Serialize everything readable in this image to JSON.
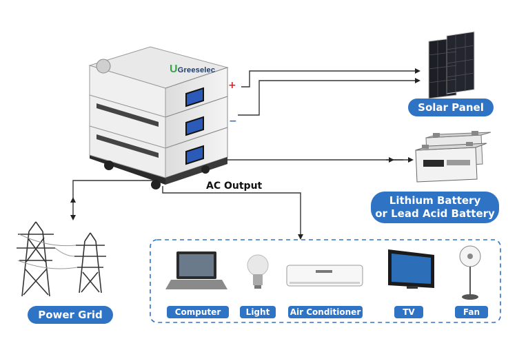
{
  "brand": "Greeselec",
  "labels": {
    "solar_panel": "Solar Panel",
    "battery": "Lithium Battery\nor Lead Acid Battery",
    "ac_output": "AC Output",
    "power_grid": "Power Grid"
  },
  "polarity": {
    "plus": "+",
    "minus": "−"
  },
  "appliances": [
    {
      "icon": "laptop-icon",
      "label": "Computer"
    },
    {
      "icon": "bulb-icon",
      "label": "Light"
    },
    {
      "icon": "air-conditioner-icon",
      "label": "Air Conditioner"
    },
    {
      "icon": "tv-icon",
      "label": "TV"
    },
    {
      "icon": "fan-icon",
      "label": "Fan"
    }
  ],
  "colors": {
    "accent": "#2f73c4",
    "line": "#333333",
    "dashed_border": "#2f73c4"
  }
}
